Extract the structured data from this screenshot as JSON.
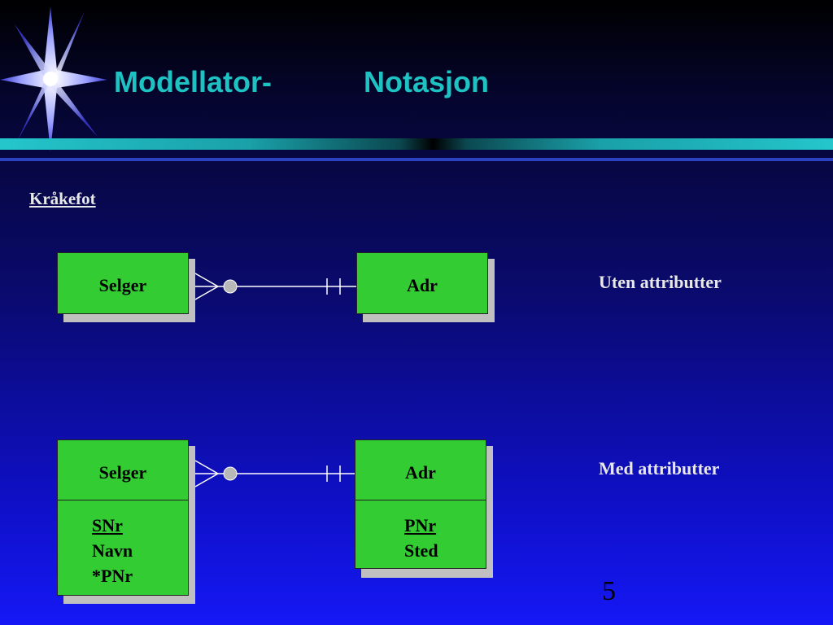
{
  "title": {
    "main": "Modellator",
    "dash": "-",
    "sub": "Notasjon"
  },
  "heading": "Kråkefot",
  "diagram_top": {
    "left_entity": "Selger",
    "right_entity": "Adr",
    "label": "Uten attributter"
  },
  "diagram_bottom": {
    "left_entity": "Selger",
    "left_attributes": [
      "SNr",
      "Navn",
      "*PNr"
    ],
    "right_entity": "Adr",
    "right_attributes": [
      "PNr",
      "Sted"
    ],
    "label": "Med attributter"
  },
  "page_number": "5",
  "colors": {
    "title": "#1fc2c2",
    "entity_fill": "#33cc33",
    "background_bottom": "#1518f5"
  }
}
